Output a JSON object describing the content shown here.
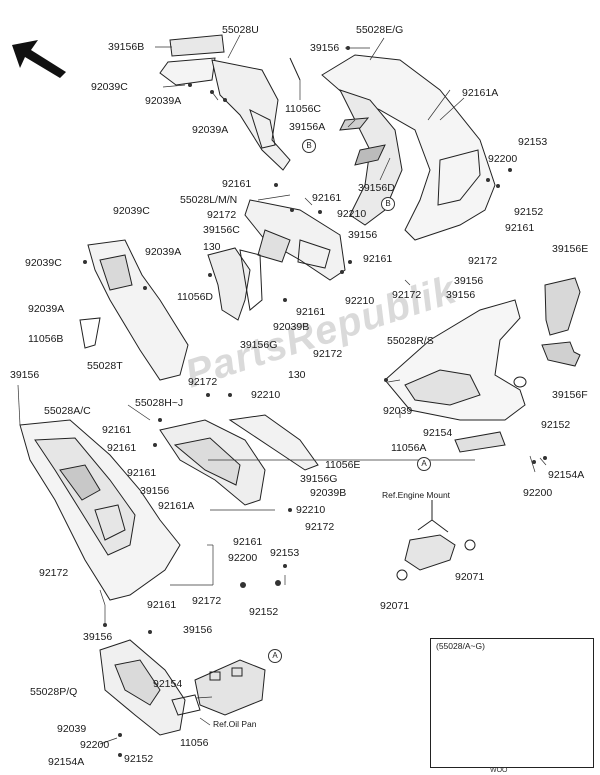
{
  "watermark": "PartsRepublik",
  "labels": {
    "l39156B": "39156B",
    "l55028U": "55028U",
    "l39156_a": "39156",
    "l55028EG": "55028E/G",
    "l92039C_a": "92039C",
    "l92039A_a": "92039A",
    "l11056C": "11056C",
    "l92161A_a": "92161A",
    "l39156A": "39156A",
    "l92039A_b": "92039A",
    "l92153_a": "92153",
    "l92200_a": "92200",
    "l92161_a": "92161",
    "l39156D": "39156D",
    "l92152_a": "92152",
    "l55028LMN": "55028L/M/N",
    "l92161_b": "92161",
    "l92039C_b": "92039C",
    "l92172_a": "92172",
    "l92210_a": "92210",
    "l92161_c": "92161",
    "l39156C": "39156C",
    "l39156_b": "39156",
    "l39156E": "39156E",
    "l92039C_c": "92039C",
    "l92039A_c": "92039A",
    "l130_a": "130",
    "l92161_d": "92161",
    "l92172_b": "92172",
    "l39156_c": "39156",
    "l39156_d": "39156",
    "l11056D": "11056D",
    "l92210_b": "92210",
    "l92161_e": "92161",
    "l92039A_d": "92039A",
    "l92039B_a": "92039B",
    "l11056B": "11056B",
    "l39156G_a": "39156G",
    "l55028RS": "55028R/S",
    "l55028T": "55028T",
    "l92172_c": "92172",
    "l39156F": "39156F",
    "l39156_e": "39156",
    "l92172_d": "92172",
    "l130_b": "130",
    "l92039_a": "92039",
    "l55028AC": "55028A/C",
    "l55028HJ": "55028H~J",
    "l92210_c": "92210",
    "l92161_f": "92161",
    "l92154_a": "92154",
    "l92152_b": "92152",
    "l11056A": "11056A",
    "l92161_g": "92161",
    "l11056E": "11056E",
    "l92200_b": "92200",
    "l92154A_a": "92154A",
    "l92161_h": "92161",
    "l39156G_b": "39156G",
    "l39156_f": "39156",
    "l92039B_b": "92039B",
    "l92161A_b": "92161A",
    "l92210_d": "92210",
    "l92172_e": "92172",
    "l92161_i": "92161",
    "l92172_f": "92172",
    "l92200_c": "92200",
    "l92153_b": "92153",
    "l92071_a": "92071",
    "l92161_j": "92161",
    "l92172_g": "92172",
    "l92152_c": "92152",
    "l92071_b": "92071",
    "l39156_g": "39156",
    "l39156_h": "39156",
    "l55028AG": "(55028/A~G)",
    "l55028PQ": "55028P/Q",
    "l92154_b": "92154",
    "l92039_b": "92039",
    "l11056": "11056",
    "l92200_d": "92200",
    "l92152_d": "92152",
    "l92154A_b": "92154A",
    "refEngine": "Ref.Engine Mount",
    "refOil": "Ref.Oil Pan",
    "woo": "WOO"
  },
  "markers": {
    "b1": "B",
    "b2": "B",
    "a1": "A",
    "a2": "A"
  }
}
